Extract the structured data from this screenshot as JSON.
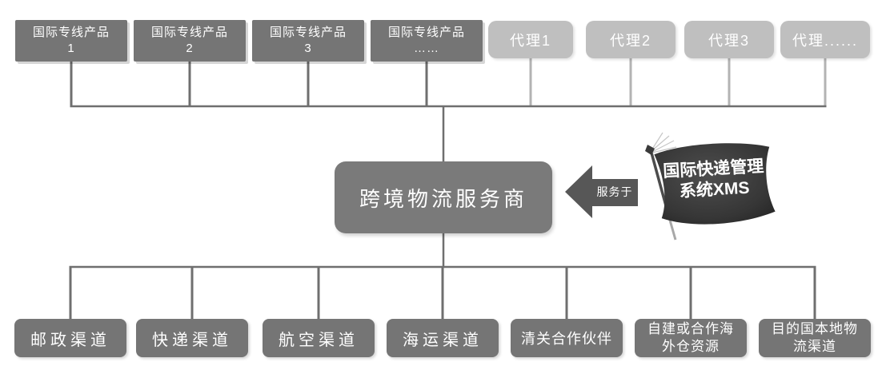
{
  "colors": {
    "dark_box": "#757575",
    "agent_box": "#bfbfbf",
    "center_box": "#7a7a7a",
    "line": "#6f6f6f",
    "agent_line": "#b3b3b3",
    "arrow": "#575757",
    "flag_dark": "#323232",
    "box_text": "#ffffff"
  },
  "top_products": [
    {
      "line1": "国际专线产品",
      "line2": "1"
    },
    {
      "line1": "国际专线产品",
      "line2": "2"
    },
    {
      "line1": "国际专线产品",
      "line2": "3"
    },
    {
      "line1": "国际专线产品",
      "line2": "……"
    }
  ],
  "agents": [
    {
      "label": "代理1"
    },
    {
      "label": "代理2"
    },
    {
      "label": "代理3"
    },
    {
      "label": "代理......"
    }
  ],
  "center": {
    "label": "跨境物流服务商"
  },
  "arrow": {
    "label": "服务于"
  },
  "flag": {
    "line1": "国际快递管理",
    "line2": "系统XMS"
  },
  "channels": [
    {
      "label": "邮政渠道"
    },
    {
      "label": "快递渠道"
    },
    {
      "label": "航空渠道"
    },
    {
      "label": "海运渠道"
    },
    {
      "label": "清关合作伙伴"
    },
    {
      "label": "自建或合作海",
      "label2": "外仓资源"
    },
    {
      "label": "目的国本地物",
      "label2": "流渠道"
    }
  ]
}
